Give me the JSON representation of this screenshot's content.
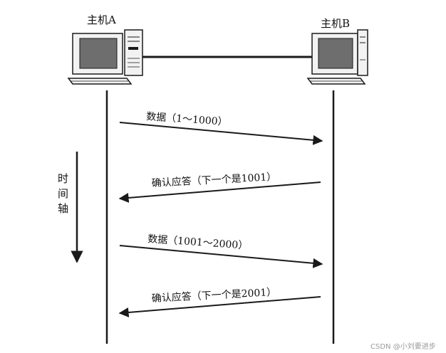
{
  "hosts": {
    "a": {
      "label": "主机A"
    },
    "b": {
      "label": "主机B"
    }
  },
  "messages": [
    {
      "label": "数据（1～1000）",
      "direction": "a-to-b"
    },
    {
      "label": "确认应答（下一个是1001）",
      "direction": "b-to-a"
    },
    {
      "label": "数据（1001～2000）",
      "direction": "a-to-b"
    },
    {
      "label": "确认应答（下一个是2001）",
      "direction": "b-to-a"
    }
  ],
  "time_axis": {
    "chars": [
      "时",
      "间",
      "轴"
    ]
  },
  "watermark": {
    "text": "CSDN @小刘要进步"
  },
  "colors": {
    "line": "#1a1a1a",
    "screen": "#6e6e6e",
    "case": "#f2f2f2"
  }
}
